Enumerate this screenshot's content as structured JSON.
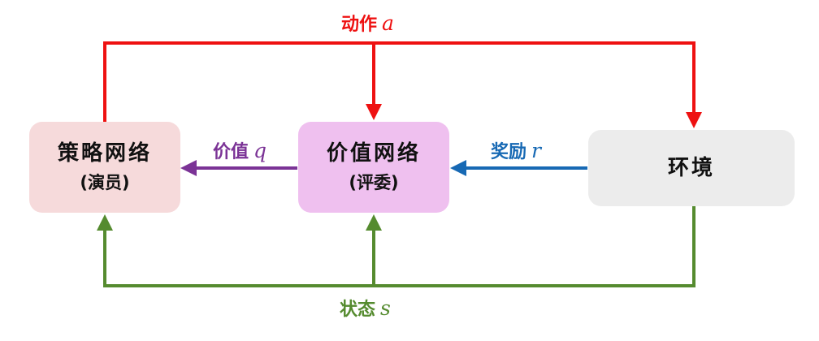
{
  "nodes": {
    "actor": {
      "title": "策略网络",
      "role": "(演员)",
      "color": "#f6dadb"
    },
    "critic": {
      "title": "价值网络",
      "role": "(评委)",
      "color": "#efc0ef"
    },
    "env": {
      "title": "环境",
      "color": "#ececec"
    }
  },
  "edges": {
    "action": {
      "label": "动作",
      "symbol": "a",
      "color": "#ee1111"
    },
    "value": {
      "label": "价值",
      "symbol": "q",
      "color": "#7b3396"
    },
    "reward": {
      "label": "奖励",
      "symbol": "r",
      "color": "#1769b4"
    },
    "state": {
      "label": "状态",
      "symbol": "s",
      "color": "#558b2f"
    }
  }
}
